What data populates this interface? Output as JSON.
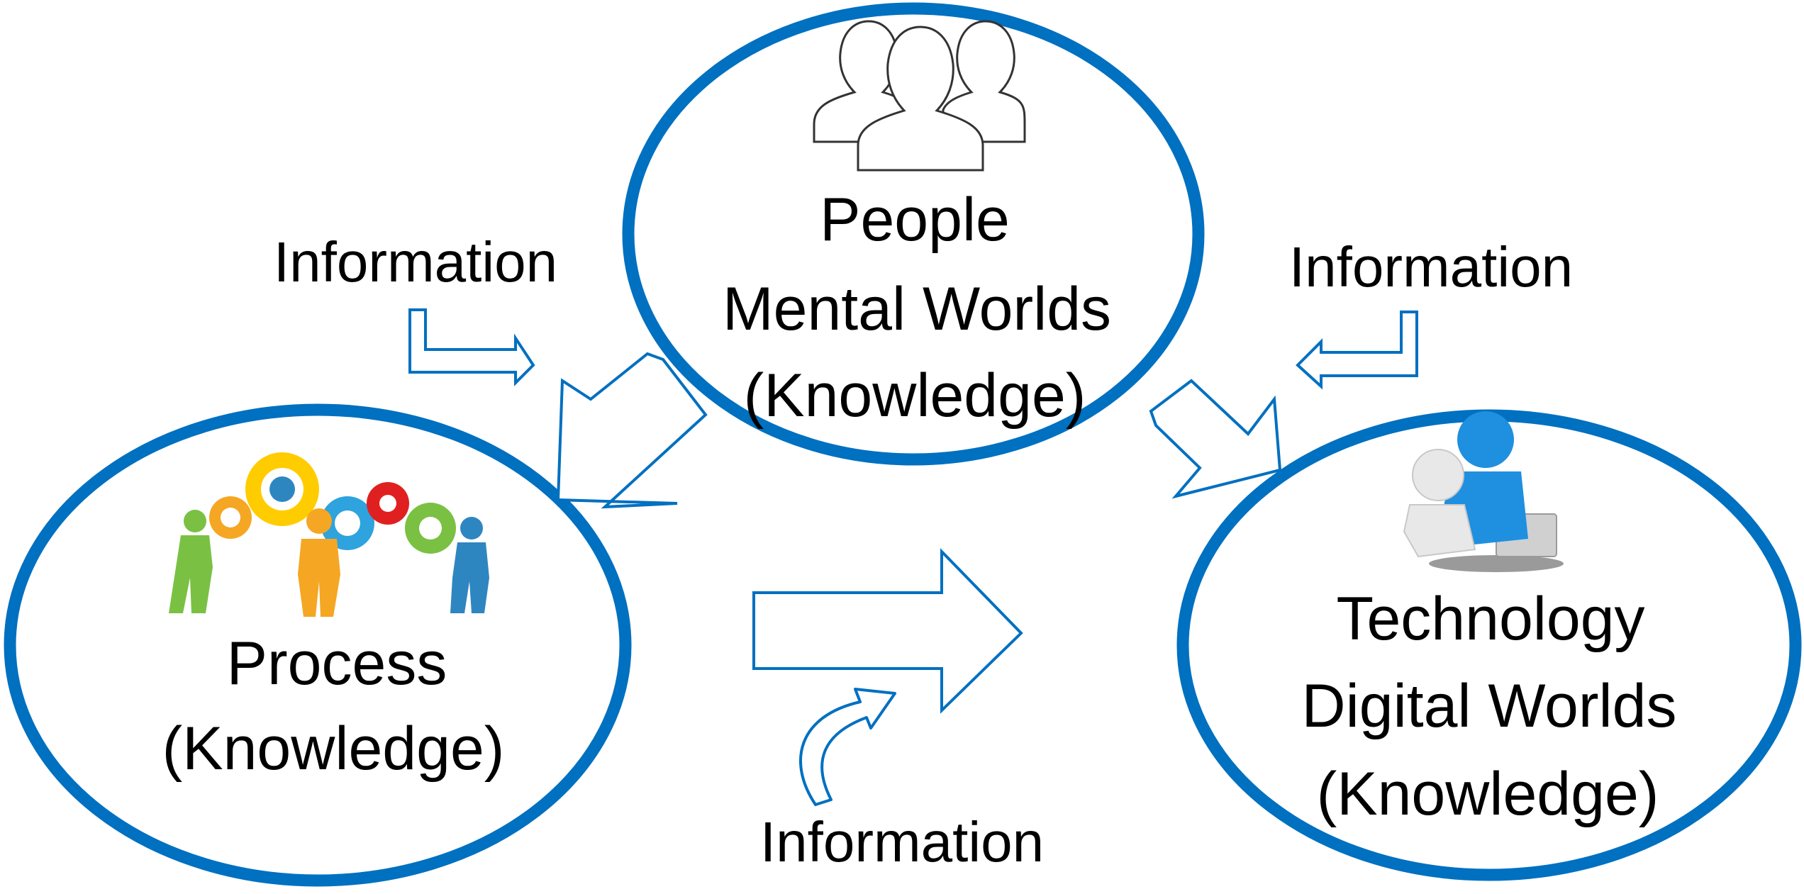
{
  "colors": {
    "accent": "#0070c0",
    "people_icon_stroke": "#333333",
    "gear_colors": [
      "#f5a623",
      "#ffcc00",
      "#2ea3dd",
      "#e02020",
      "#7ac143"
    ],
    "figure_colors": [
      "#7ac143",
      "#f5a623",
      "#2e86c1"
    ],
    "tech_figure_blue": "#1f8fe0",
    "tech_figure_white": "#e8e8e8"
  },
  "nodes": {
    "people": {
      "line1": "People",
      "line2": "Mental Worlds",
      "line3": "(Knowledge)",
      "icon": "people-group-icon"
    },
    "process": {
      "line1": "Process",
      "line2": "(Knowledge)",
      "icon": "gears-teamwork-icon"
    },
    "technology": {
      "line1": "Technology",
      "line2": "Digital Worlds",
      "line3": "(Knowledge)",
      "icon": "people-laptop-icon"
    }
  },
  "flows": {
    "info_top_left": "Information",
    "info_top_right": "Information",
    "info_bottom": "Information"
  }
}
